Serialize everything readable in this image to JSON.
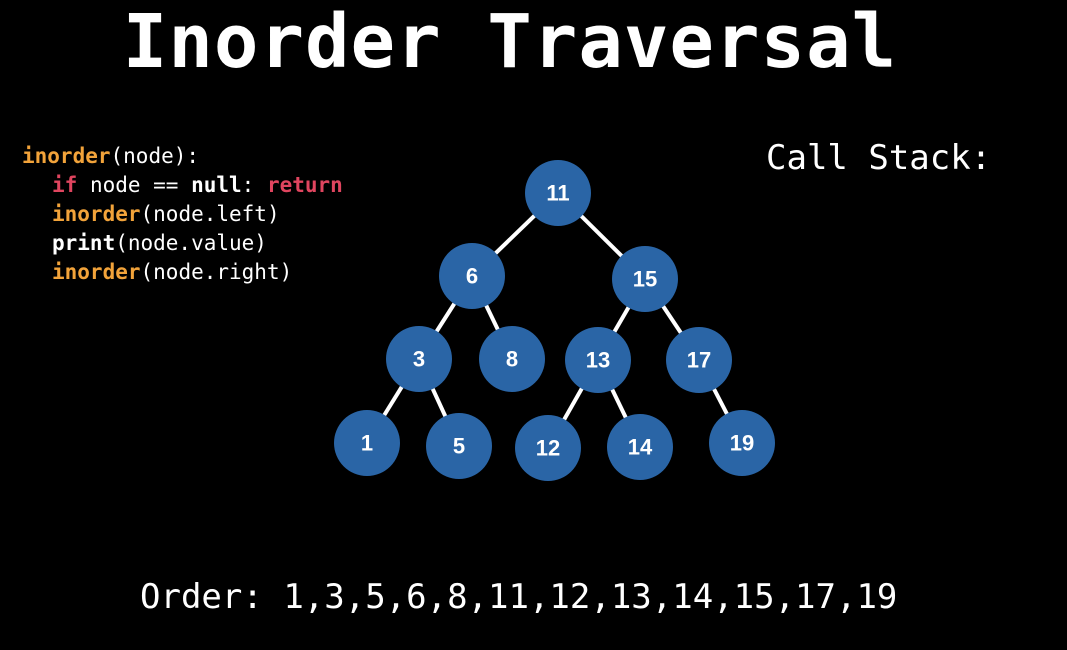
{
  "title": "Inorder Traversal",
  "code": {
    "line1": {
      "fn": "inorder",
      "rest": "(node):"
    },
    "line2": {
      "kw_if": "if",
      "mid": " node == ",
      "null": "null",
      "colon": ": ",
      "kw_return": "return"
    },
    "line3": {
      "fn": "inorder",
      "rest": "(node.left)"
    },
    "line4": {
      "fn": "print",
      "rest": "(node.value)"
    },
    "line5": {
      "fn": "inorder",
      "rest": "(node.right)"
    }
  },
  "call_stack_label": "Call Stack:",
  "order": {
    "label": "Order:",
    "values": "1,3,5,6,8,11,12,13,14,15,17,19"
  },
  "tree": {
    "node_color": "#2a65a6",
    "edge_color": "#ffffff",
    "nodes": [
      "11",
      "6",
      "15",
      "3",
      "8",
      "13",
      "17",
      "1",
      "5",
      "12",
      "14",
      "19"
    ]
  }
}
